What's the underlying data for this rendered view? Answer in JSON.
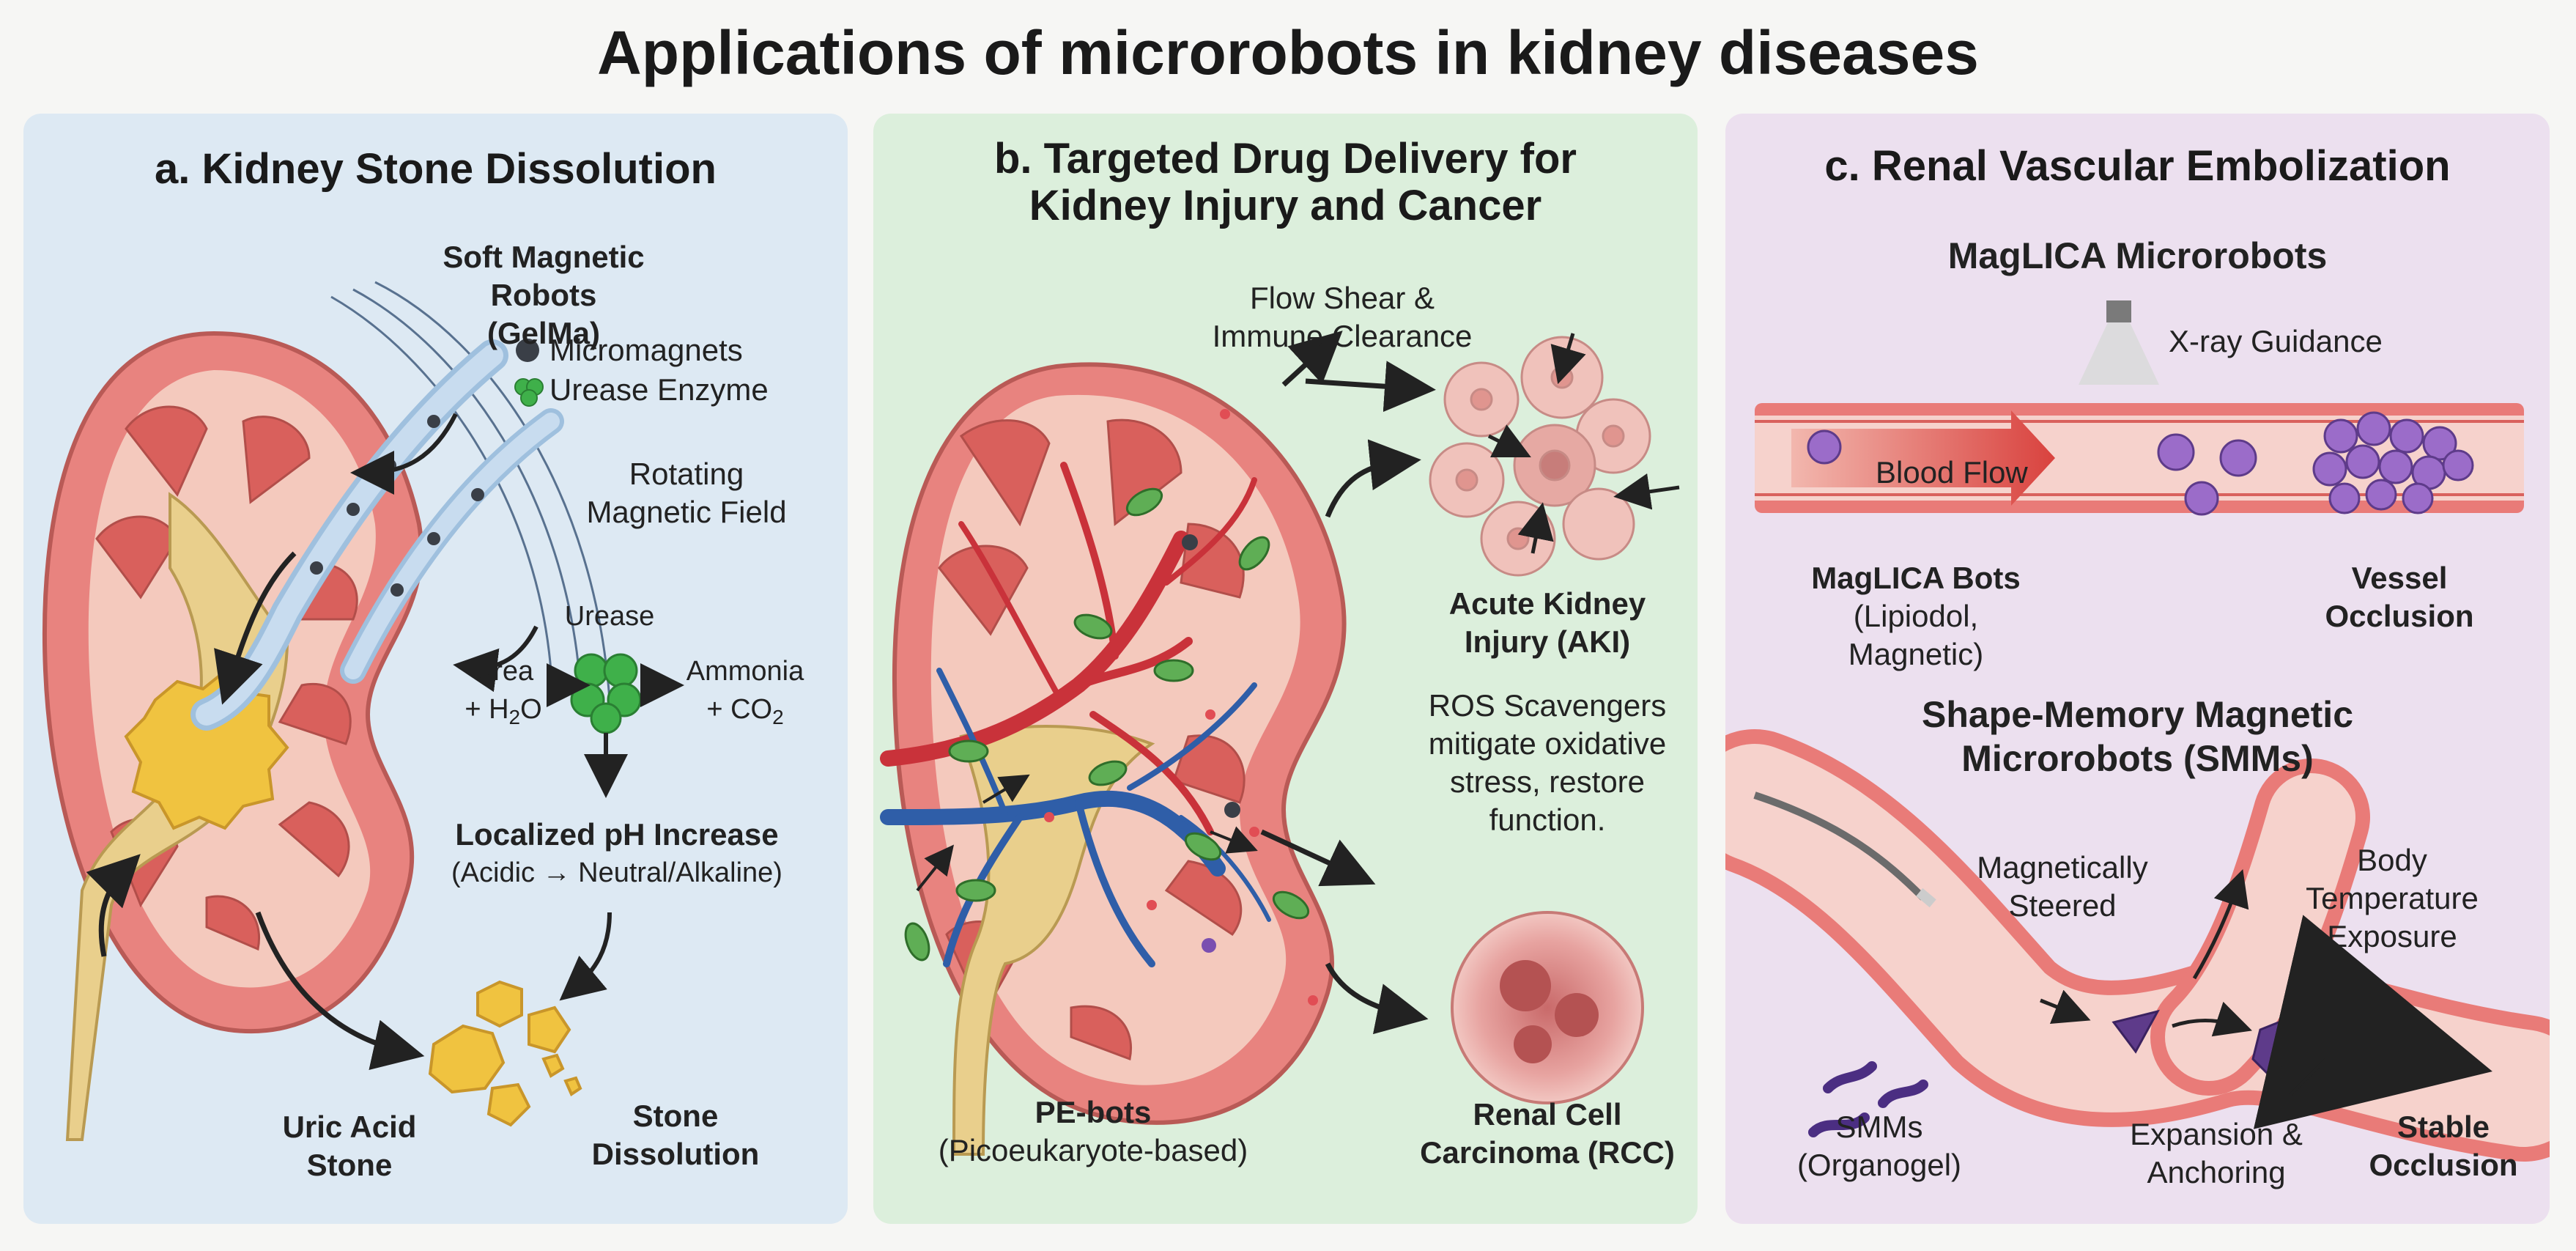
{
  "title": "Applications of microrobots in kidney diseases",
  "panel_a": {
    "title": "a. Kidney Stone Dissolution",
    "robot_label_line1": "Soft Magnetic",
    "robot_label_line2": "Robots (GelMa)",
    "legend_micromagnets": "Micromagnets",
    "legend_urease": "Urease Enzyme",
    "field_line1": "Rotating",
    "field_line2": "Magnetic Field",
    "enzyme_label": "Urease",
    "reactant_line1": "Urea",
    "reactant_line2_prefix": "+ H",
    "reactant_line2_sub": "2",
    "reactant_line2_suffix": "O",
    "product_line1": "Ammonia",
    "product_line2_prefix": "+ CO",
    "product_line2_sub": "2",
    "ph_title": "Localized pH Increase",
    "ph_detail": "(Acidic → Neutral/Alkaline)",
    "stone_line1": "Uric Acid",
    "stone_line2": "Stone",
    "dissolution_line1": "Stone",
    "dissolution_line2": "Dissolution"
  },
  "panel_b": {
    "title_line1": "b. Targeted Drug Delivery for",
    "title_line2": "Kidney Injury and Cancer",
    "flow_line1": "Flow Shear &",
    "flow_line2": "Immune Clearance",
    "aki_line1": "Acute Kidney",
    "aki_line2": "Injury (AKI)",
    "ros_line1": "ROS Scavengers",
    "ros_line2": "mitigate oxidative",
    "ros_line3": "stress, restore",
    "ros_line4": "function.",
    "bots_line1": "PE-bots",
    "bots_line2": "(Picoeukaryote-based)",
    "rcc_line1": "Renal Cell",
    "rcc_line2": "Carcinoma (RCC)"
  },
  "panel_c": {
    "title": "c. Renal Vascular Embolization",
    "maglica_title": "MagLICA Microrobots",
    "xray": "X-ray Guidance",
    "blood_flow": "Blood Flow",
    "bots_line1": "MagLICA Bots",
    "bots_line2": "(Lipiodol, Magnetic)",
    "occlusion_line1": "Vessel",
    "occlusion_line2": "Occlusion",
    "smm_title_line1": "Shape-Memory Magnetic",
    "smm_title_line2": "Microrobots (SMMs)",
    "steered_line1": "Magnetically",
    "steered_line2": "Steered",
    "temp_line1": "Body",
    "temp_line2": "Temperature",
    "temp_line3": "Exposure",
    "smms_line1": "SMMs",
    "smms_line2": "(Organogel)",
    "expansion_line1": "Expansion &",
    "expansion_line2": "Anchoring",
    "stable_line1": "Stable",
    "stable_line2": "Occlusion"
  },
  "colors": {
    "panel_a_bg": "#dde9f3",
    "panel_b_bg": "#dcefdc",
    "panel_c_bg": "#ece0ef",
    "kidney": "#e8837f",
    "stone": "#f0c340",
    "enzyme": "#3fb04a",
    "vessel": "#e06060",
    "microrobot": "#8e5cc4"
  }
}
